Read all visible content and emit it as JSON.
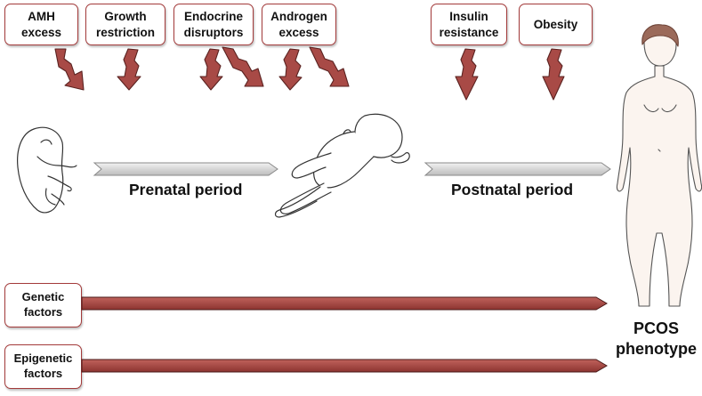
{
  "risk_factors": [
    {
      "id": "amh",
      "label": "AMH\nexcess"
    },
    {
      "id": "growth",
      "label": "Growth\nrestriction"
    },
    {
      "id": "endocrine",
      "label": "Endocrine\ndisruptors"
    },
    {
      "id": "androgen",
      "label": "Androgen\nexcess"
    },
    {
      "id": "insulin",
      "label": "Insulin\nresistance"
    },
    {
      "id": "obesity",
      "label": "Obesity"
    }
  ],
  "periods": {
    "prenatal": "Prenatal period",
    "postnatal": "Postnatal period"
  },
  "factors": {
    "genetic": "Genetic\nfactors",
    "epigenetic": "Epigenetic\nfactors"
  },
  "outcome": "PCOS\nphenotype",
  "colors": {
    "accent": "#a33a3a",
    "arrow_fill": "#a84a46",
    "timeline_fill": "#dcdcdc"
  }
}
